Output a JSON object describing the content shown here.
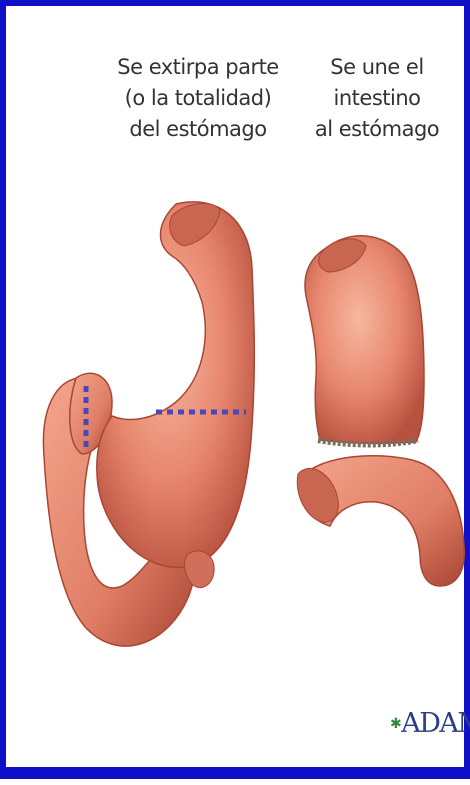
{
  "captions": {
    "left": [
      "Se extirpa parte",
      "(o la totalidad)",
      "del estómago"
    ],
    "right": [
      "Se une el",
      "intestino",
      "al estómago"
    ]
  },
  "logo": {
    "text": "ADAM",
    "mark_icon": "star-mark-icon"
  },
  "colors": {
    "border": "#1010c8",
    "organ": "#e8876f",
    "organ_shadow": "#b8523f",
    "cut_line": "#4848b8",
    "seam": "#7a6f5e",
    "caption_text": "#333333",
    "logo_text": "#2a3c8a"
  }
}
